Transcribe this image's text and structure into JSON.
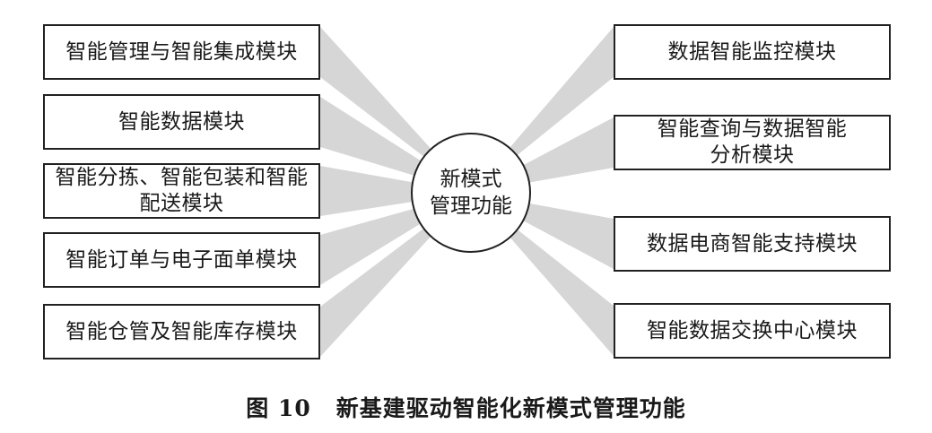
{
  "center": {
    "line1": "新模式",
    "line2": "管理功能"
  },
  "left_modules": [
    "智能管理与智能集成模块",
    "智能数据模块",
    "智能分拣、智能包装和智能配送模块",
    "智能订单与电子面单模块",
    "智能仓管及智能库存模块"
  ],
  "right_modules": [
    "数据智能监控模块",
    "智能查询与数据智能分析模块",
    "数据电商智能支持模块",
    "智能数据交换中心模块"
  ],
  "caption": {
    "figure_number": "图 10",
    "title": "新基建驱动智能化新模式管理功能"
  },
  "colors": {
    "wedge": "#d6d6d6",
    "border": "#222222"
  }
}
